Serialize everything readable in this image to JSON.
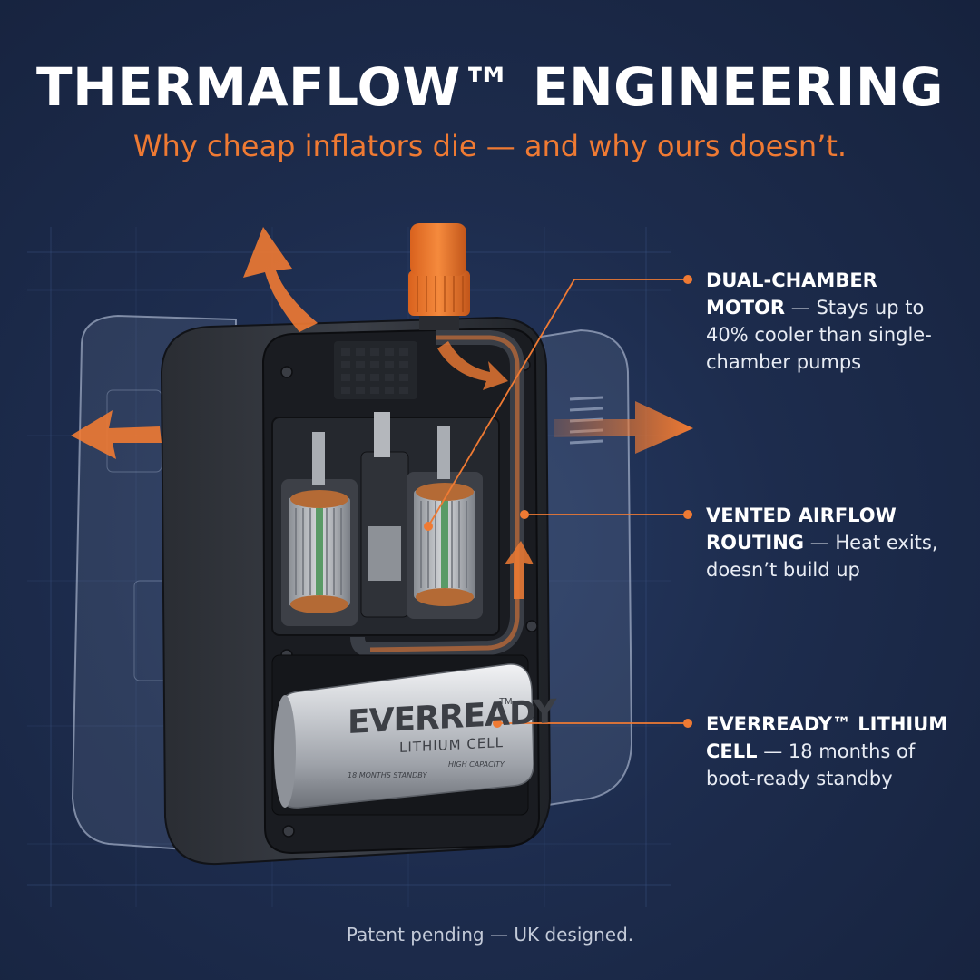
{
  "header": {
    "title": "THERMAFLOW™ ENGINEERING",
    "subtitle": "Why cheap inflators die — and why ours doesn’t."
  },
  "callouts": [
    {
      "heading": "DUAL-CHAMBER MOTOR",
      "body": " — Stays up to 40% cooler than single-chamber pumps"
    },
    {
      "heading": "VENTED AIRFLOW ROUTING",
      "body": " — Heat exits, doesn’t build up"
    },
    {
      "heading": "EVERREADY™ LITHIUM CELL",
      "body": " — 18 months of boot-ready standby"
    }
  ],
  "battery": {
    "brand": "EVERREADY",
    "tm": "TM",
    "type": "LITHIUM CELL",
    "note_left": "18 MONTHS STANDBY",
    "note_right": "HIGH CAPACITY"
  },
  "footer": {
    "text": "Patent pending — UK designed."
  },
  "colors": {
    "background": "#1d2c4d",
    "accent": "#ef7a33",
    "text": "#ffffff"
  }
}
